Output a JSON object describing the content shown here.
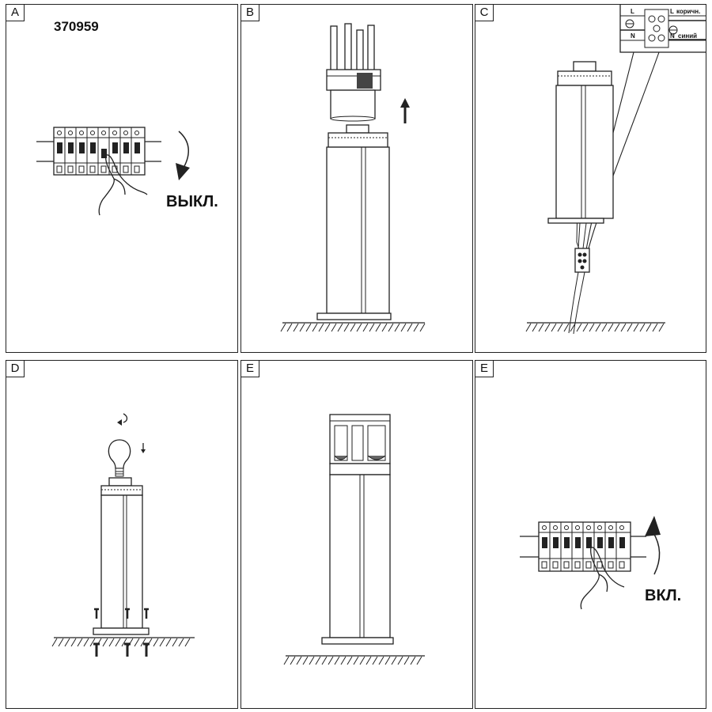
{
  "panels": [
    {
      "id": "A",
      "label": "A",
      "model": "370959",
      "action": "ВЫКЛ."
    },
    {
      "id": "B",
      "label": "B"
    },
    {
      "id": "C",
      "label": "C",
      "wiring": {
        "live_symbol": "L",
        "neutral_symbol": "N",
        "live_color": "коричн.",
        "neutral_color": "синий"
      }
    },
    {
      "id": "D",
      "label": "D"
    },
    {
      "id": "E",
      "label": "E"
    },
    {
      "id": "F",
      "label": "E",
      "action": "ВКЛ."
    }
  ]
}
